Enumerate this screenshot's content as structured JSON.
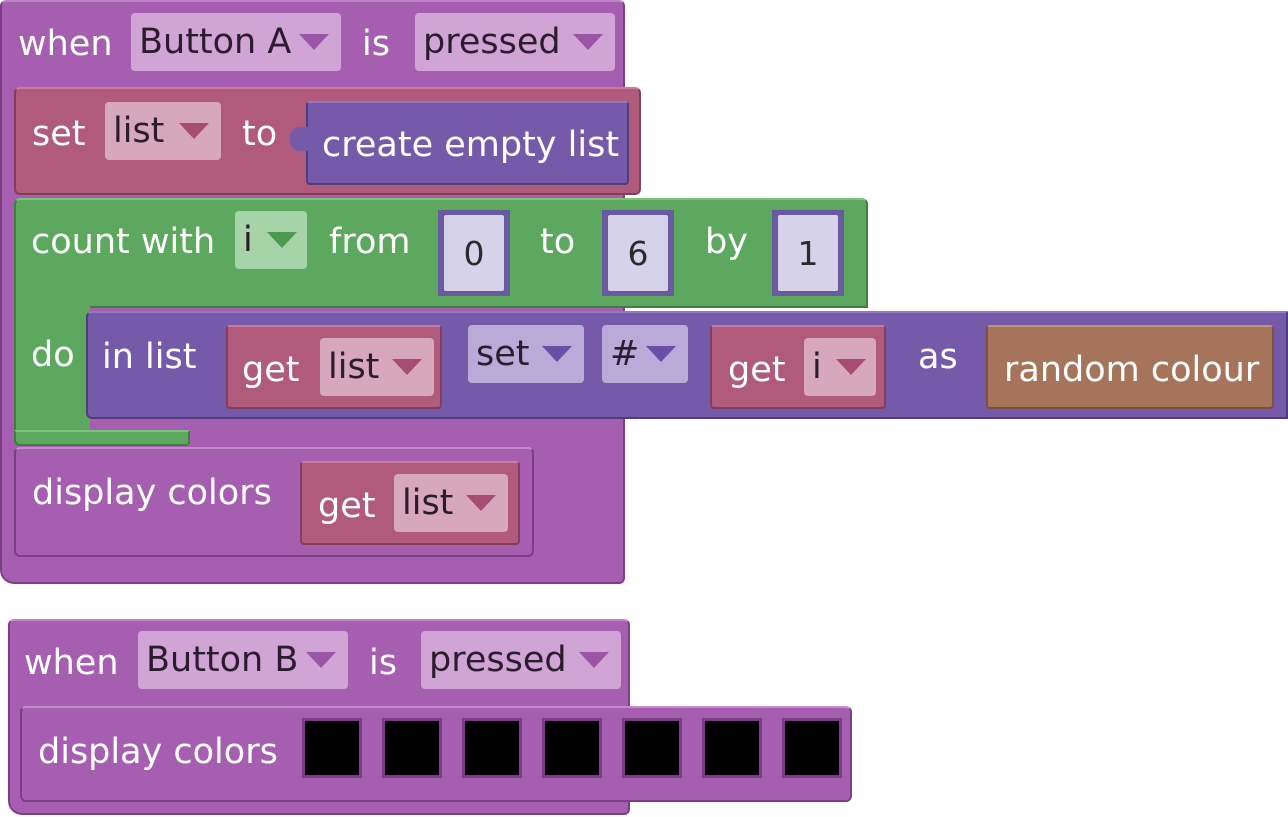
{
  "script_a": {
    "when_label": "when",
    "button_value": "Button A",
    "is_label": "is",
    "event_value": "pressed",
    "set_block": {
      "set_label": "set",
      "var_value": "list",
      "to_label": "to",
      "create_list_label": "create empty list"
    },
    "count_block": {
      "count_label": "count with",
      "var_value": "i",
      "from_label": "from",
      "from_value": "0",
      "to_label": "to",
      "to_value": "6",
      "by_label": "by",
      "by_value": "1",
      "do_label": "do"
    },
    "in_list_block": {
      "in_list_label": "in list",
      "get_label": "get",
      "list_var": "list",
      "mode_value": "set",
      "where_value": "#",
      "get2_label": "get",
      "index_var": "i",
      "as_label": "as",
      "random_colour_label": "random colour"
    },
    "display_block": {
      "display_label": "display colors",
      "get_label": "get",
      "list_var": "list"
    }
  },
  "script_b": {
    "when_label": "when",
    "button_value": "Button B",
    "is_label": "is",
    "event_value": "pressed",
    "display_block": {
      "display_label": "display colors",
      "swatches": [
        "#000000",
        "#000000",
        "#000000",
        "#000000",
        "#000000",
        "#000000",
        "#000000"
      ]
    }
  }
}
